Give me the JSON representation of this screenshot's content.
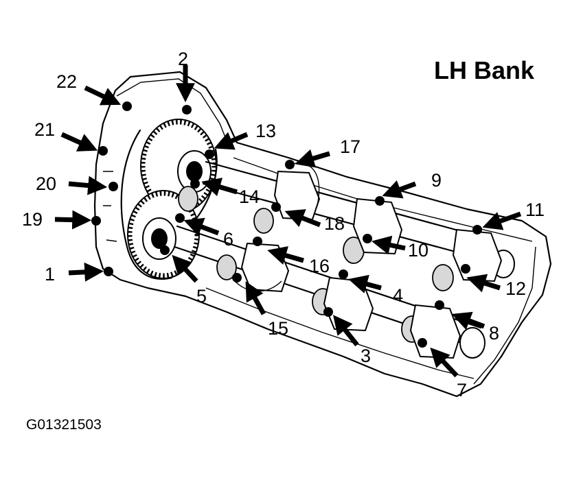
{
  "title": "LH Bank",
  "figure_code": "G01321503",
  "labels": {
    "l1": "1",
    "l2": "2",
    "l3": "3",
    "l4": "4",
    "l5": "5",
    "l6": "6",
    "l7": "7",
    "l8": "8",
    "l9": "9",
    "l10": "10",
    "l11": "11",
    "l12": "12",
    "l13": "13",
    "l14": "14",
    "l15": "15",
    "l16": "16",
    "l17": "17",
    "l18": "18",
    "l19": "19",
    "l20": "20",
    "l21": "21",
    "l22": "22"
  }
}
